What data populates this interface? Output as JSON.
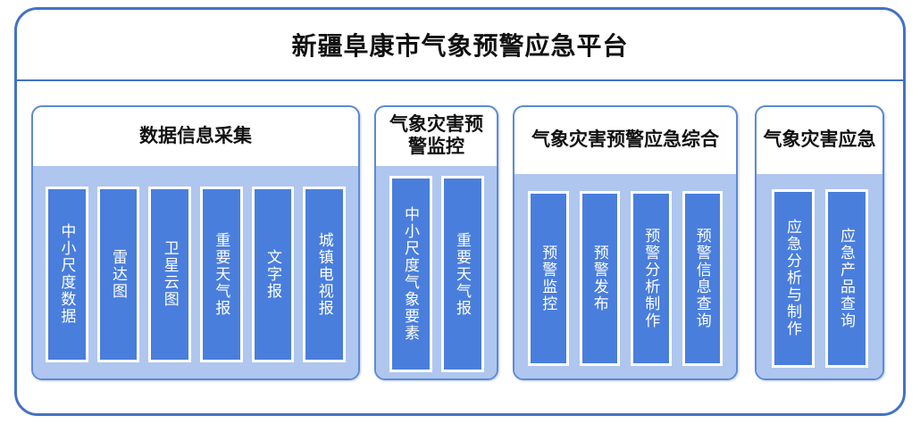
{
  "platform": {
    "title": "新疆阜康市气象预警应急平台",
    "colors": {
      "frame_border": "#4472C4",
      "group_border": "#5B8BD6",
      "group_body_bg": "#AFC6EF",
      "item_bg": "#4A7EDC",
      "item_border": "#FFFFFF",
      "item_text": "#FFFFFF",
      "title_text": "#111111"
    }
  },
  "groups": [
    {
      "id": "data-collection",
      "title": "数据信息采集",
      "items": [
        {
          "label": "中小尺度数据"
        },
        {
          "label": "雷达图"
        },
        {
          "label": "卫星云图"
        },
        {
          "label": "重要天气报"
        },
        {
          "label": "文字报"
        },
        {
          "label": "城镇电视报"
        }
      ]
    },
    {
      "id": "disaster-warning-monitoring",
      "title": "气象灾害预警监控",
      "items": [
        {
          "label": "中小尺度气象要素"
        },
        {
          "label": "重要天气报"
        }
      ]
    },
    {
      "id": "warning-emergency-integrated",
      "title": "气象灾害预警应急综合",
      "items": [
        {
          "label": "预警监控"
        },
        {
          "label": "预警发布"
        },
        {
          "label": "预警分析制作"
        },
        {
          "label": "预警信息查询"
        }
      ]
    },
    {
      "id": "disaster-emergency",
      "title": "气象灾害应急",
      "items": [
        {
          "label": "应急分析与制作"
        },
        {
          "label": "应急产品查询"
        }
      ]
    }
  ]
}
